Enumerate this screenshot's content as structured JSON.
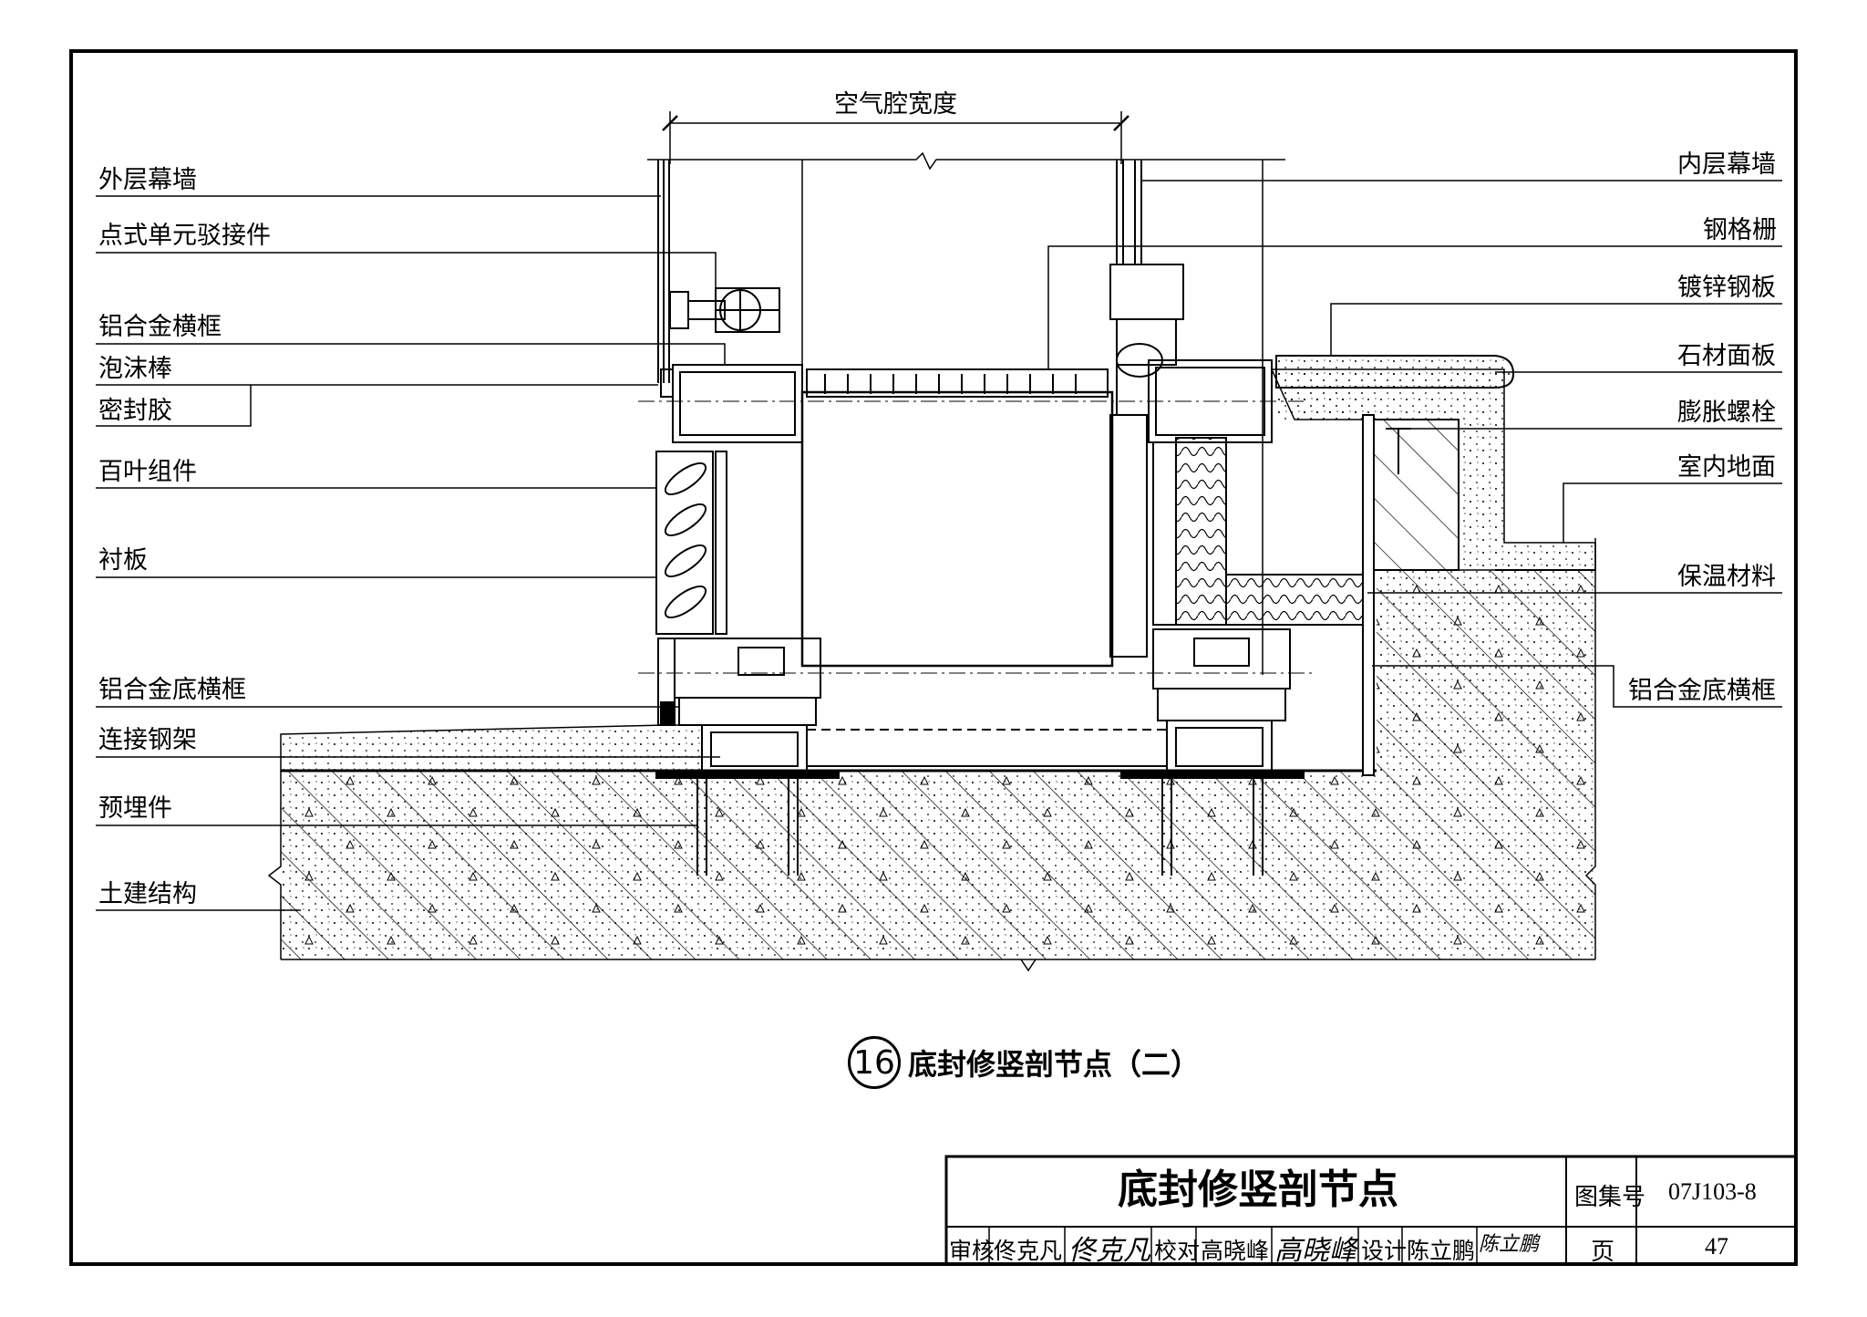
{
  "drawing": {
    "dimension_label": "空气腔宽度",
    "labels_left": [
      "外层幕墙",
      "点式单元驳接件",
      "铝合金横框",
      "泡沫棒",
      "密封胶",
      "百叶组件",
      "衬板",
      "铝合金底横框",
      "连接钢架",
      "预埋件",
      "土建结构"
    ],
    "labels_right": [
      "内层幕墙",
      "钢格栅",
      "镀锌钢板",
      "石材面板",
      "膨胀螺栓",
      "室内地面",
      "保温材料",
      "铝合金底横框"
    ]
  },
  "caption": {
    "number": "16",
    "text": "底封修竖剖节点（二）"
  },
  "title_block": {
    "title": "底封修竖剖节点",
    "atlas_label": "图集号",
    "atlas_no": "07J103-8",
    "page_label": "页",
    "page_no": "47",
    "review_label": "审核",
    "reviewer": "佟克凡",
    "reviewer_sig": "佟克凡",
    "check_label": "校对",
    "checker": "高晓峰",
    "checker_sig": "高晓峰",
    "design_label": "设计",
    "designer": "陈立鹏",
    "designer_sig": "陈立鹏"
  }
}
